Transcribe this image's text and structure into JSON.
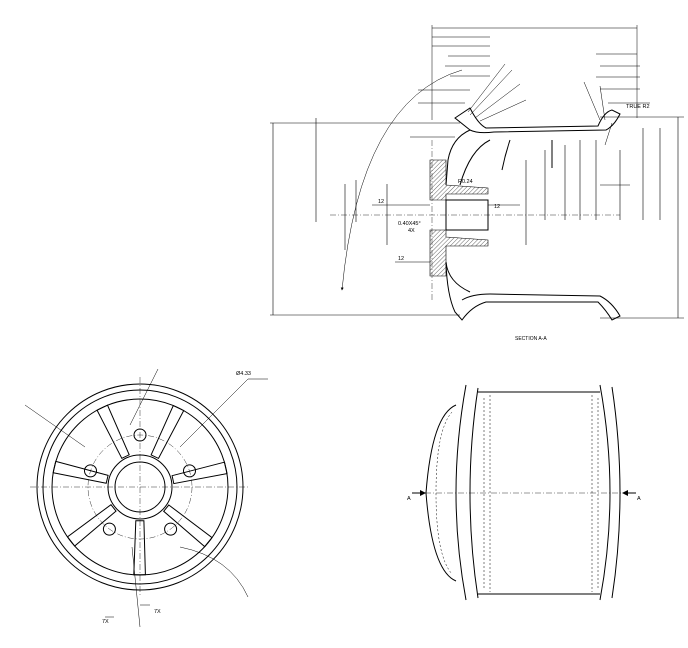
{
  "section_view": {
    "caption": "SECTION A-A",
    "true_r": "TRUE R2",
    "chamfer_note": "0.40X45°",
    "chamfer_count": "4X",
    "dim_12_top": "12",
    "dim_12_right": "12",
    "dim_12_bottom": "12",
    "dim_r0": "R0.24"
  },
  "front_view": {
    "bolt_circle": "Ø4.33",
    "count_left": "7X",
    "count_right": "7X"
  },
  "side_view": {
    "cut_left": "A",
    "cut_right": "A"
  }
}
